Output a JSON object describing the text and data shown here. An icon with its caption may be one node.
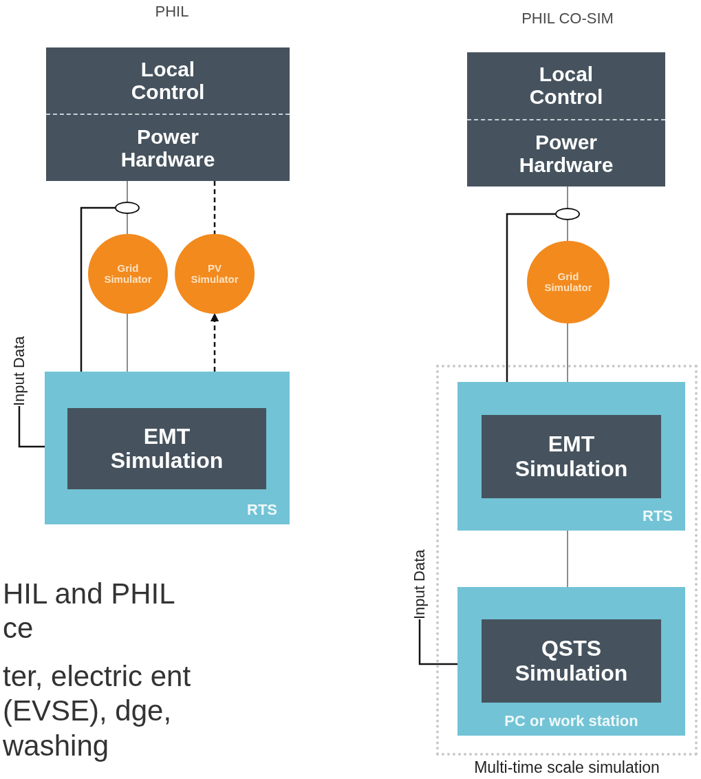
{
  "diagram": {
    "nodes": [
      {
        "text": [
          "Local Control",
          "Power Hardware"
        ]
      },
      {
        "text": [],
        "shape": "ellipse"
      },
      {
        "text": [
          "Grid Simulator"
        ]
      },
      {
        "text": [
          "PV Simulator"
        ]
      },
      {
        "text": [
          "RTS"
        ]
      },
      {
        "text": [
          "EMT Simulation"
        ],
        "in": 4
      },
      {
        "text": [
          "Input Data"
        ]
      },
      {
        "text": [
          "Multi-time scale simulation"
        ]
      },
      {
        "text": [
          "Local Control",
          "Power Hardware"
        ]
      },
      {
        "text": [],
        "shape": "ellipse"
      },
      {
        "text": [
          "Grid Simulator"
        ]
      },
      {
        "text": [
          "RTS"
        ],
        "in": 7
      },
      {
        "text": [
          "EMT Simulation"
        ],
        "in": 11
      },
      {
        "text": [
          "PC or work station"
        ],
        "in": 7
      },
      {
        "text": [
          "QSTS Simulation"
        ],
        "in": 13
      },
      {
        "text": [
          "Input Data"
        ]
      }
    ],
    "edges": [
      {
        "from": 0,
        "to": 1,
        "arrow": "none"
      },
      {
        "from": 1,
        "to": 2,
        "arrow": "none"
      },
      {
        "from": 2,
        "to": 4,
        "arrow": "none"
      },
      {
        "from": 0,
        "to": 3,
        "arrow": "none",
        "style": "dashed"
      },
      {
        "from": 4,
        "to": 3,
        "arrow": "to",
        "style": "dashed"
      },
      {
        "from": 1,
        "to": 5,
        "arrow": "to"
      },
      {
        "from": 6,
        "to": 5,
        "arrow": "to"
      },
      {
        "from": 8,
        "to": 9,
        "arrow": "none"
      },
      {
        "from": 9,
        "to": 10,
        "arrow": "none"
      },
      {
        "from": 9,
        "to": 12,
        "arrow": "to"
      },
      {
        "from": 10,
        "to": 11,
        "arrow": "none"
      },
      {
        "from": 11,
        "to": 13,
        "arrow": "none"
      },
      {
        "from": 15,
        "to": 14,
        "arrow": "to"
      }
    ],
    "labels": [
      "PHIL",
      "PHIL CO-SIM",
      "HIL and PHIL ce",
      "ter, electric ent (EVSE), dge, washing"
    ]
  }
}
